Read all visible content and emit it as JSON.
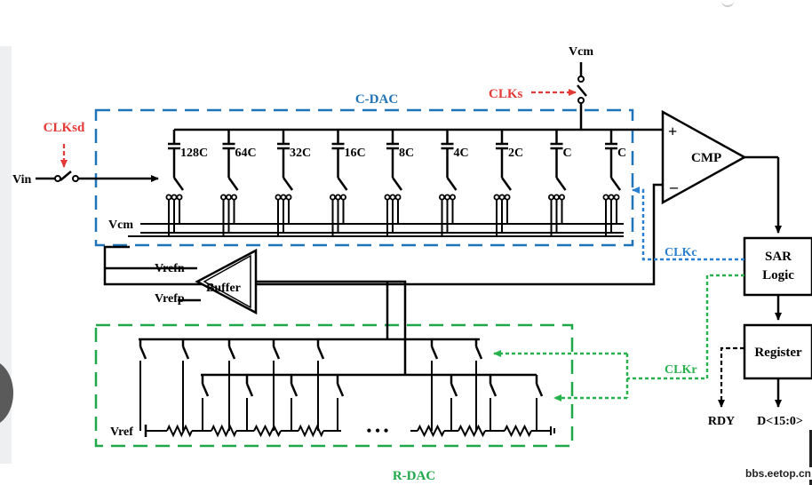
{
  "labels": {
    "vcm_top": "Vcm",
    "clks": "CLKs",
    "cdac": "C-DAC",
    "clksd": "CLKsd",
    "vin": "Vin",
    "vcm_left": "Vcm",
    "plus": "+",
    "minus": "–",
    "cmp": "CMP",
    "clkc": "CLKc",
    "sar_line1": "SAR",
    "sar_line2": "Logic",
    "vrefn": "Vrefn",
    "vrefp": "Vrefp",
    "buffer": "Buffer",
    "register": "Register",
    "clkr": "CLKr",
    "rdy": "RDY",
    "dout": "D<15:0>",
    "vref": "Vref",
    "dots": "• • •",
    "rdac": "R-DAC",
    "watermark": "bbs.eetop.cn"
  },
  "capacitors": [
    "128C",
    "64C",
    "32C",
    "16C",
    "8C",
    "4C",
    "2C",
    "C",
    "C"
  ],
  "colors": {
    "cdac_box": "#1f73b7",
    "rdac_box": "#1ea84a",
    "clock_red": "#e53935",
    "clkc_blue": "#2a7fd0",
    "clkr_green": "#28b24e",
    "wire": "#000000"
  }
}
